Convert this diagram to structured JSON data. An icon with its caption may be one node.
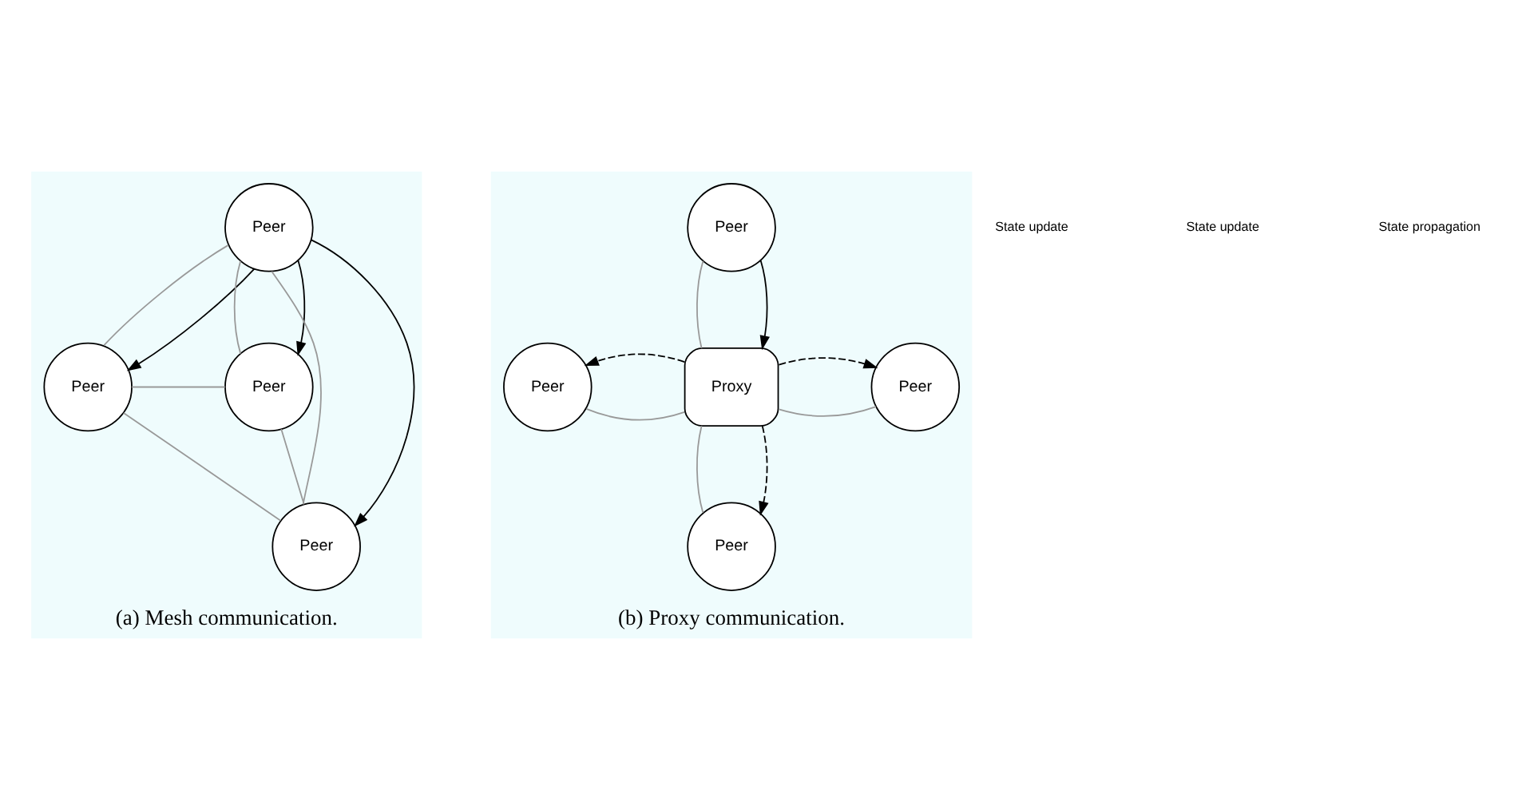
{
  "diagram": {
    "nodes": [
      {
        "text": [
          "(a) Mesh communication."
        ]
      },
      {
        "text": [
          "Peer"
        ],
        "in": 0
      },
      {
        "text": [
          "Peer"
        ],
        "in": 0
      },
      {
        "text": [
          "Peer"
        ],
        "in": 0
      },
      {
        "text": [
          "Peer"
        ],
        "in": 0
      },
      {
        "text": [
          "(b) Proxy communication."
        ]
      },
      {
        "text": [
          "Peer"
        ],
        "in": 5
      },
      {
        "text": [
          "Peer"
        ],
        "in": 5
      },
      {
        "text": [
          "Proxy"
        ],
        "in": 5
      },
      {
        "text": [
          "Peer"
        ],
        "in": 5
      },
      {
        "text": [
          "Peer"
        ],
        "in": 5
      }
    ],
    "edges": [
      {
        "from": 1,
        "to": 2,
        "arrow": "none"
      },
      {
        "from": 1,
        "to": 4,
        "arrow": "none"
      },
      {
        "from": 1,
        "to": 3,
        "arrow": "none"
      },
      {
        "from": 2,
        "to": 3,
        "arrow": "none"
      },
      {
        "from": 2,
        "to": 4,
        "arrow": "none"
      },
      {
        "from": 3,
        "to": 4,
        "arrow": "none"
      },
      {
        "from": 1,
        "to": 2,
        "arrow": "to",
        "color": "#000000"
      },
      {
        "from": 1,
        "to": 4,
        "arrow": "to",
        "color": "#000000"
      },
      {
        "from": 1,
        "to": 3,
        "arrow": "to",
        "color": "#000000"
      },
      {
        "from": 6,
        "to": 8,
        "arrow": "none"
      },
      {
        "from": 7,
        "to": 8,
        "arrow": "none"
      },
      {
        "from": 8,
        "to": 9,
        "arrow": "none"
      },
      {
        "from": 8,
        "to": 10,
        "arrow": "none"
      },
      {
        "from": 6,
        "to": 8,
        "arrow": "to",
        "color": "#000000"
      },
      {
        "from": 8,
        "to": 7,
        "arrow": "to",
        "style": "dashed",
        "color": "#000000"
      },
      {
        "from": 8,
        "to": 9,
        "arrow": "to",
        "style": "dashed",
        "color": "#000000"
      },
      {
        "from": 8,
        "to": 10,
        "arrow": "to",
        "style": "dashed",
        "color": "#000000"
      }
    ],
    "legend": [
      {
        "text": "State update"
      },
      {
        "text": "State update"
      },
      {
        "text": "State propagation"
      }
    ]
  }
}
